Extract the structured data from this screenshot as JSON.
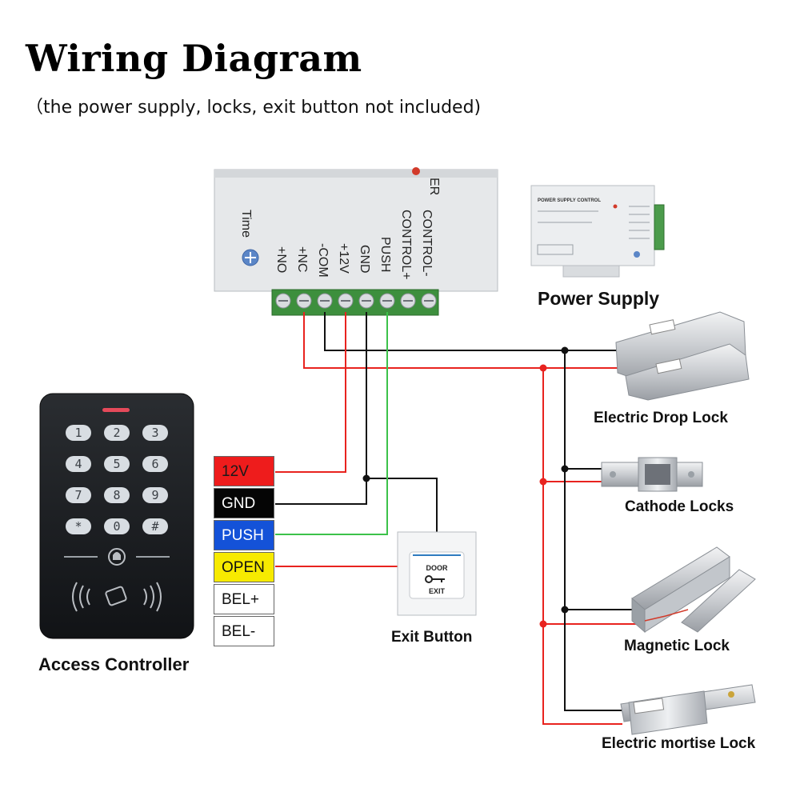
{
  "title": "Wiring Diagram",
  "subtitle": "（the power supply, locks, exit button not included)",
  "power_supply": {
    "label": "Power Supply",
    "terminals": [
      "+NO",
      "+NC",
      "-COM",
      "+12V",
      "GND",
      "PUSH",
      "CONTROL+",
      "CONTROL-"
    ],
    "time_label": "Time",
    "corner_text": "ER",
    "photo_header": "POWER SUPPLY CONTROL"
  },
  "controller": {
    "label": "Access Controller",
    "keys": [
      "1",
      "2",
      "3",
      "4",
      "5",
      "6",
      "7",
      "8",
      "9",
      "*",
      "0",
      "#"
    ],
    "wires": [
      {
        "label": "12V",
        "color": "#ee1c1c"
      },
      {
        "label": "GND",
        "color": "#050505"
      },
      {
        "label": "PUSH",
        "color": "#1452d8"
      },
      {
        "label": "OPEN",
        "color": "#f7ea00"
      },
      {
        "label": "BEL+",
        "color": "#ffffff"
      },
      {
        "label": "BEL-",
        "color": "#ffffff"
      }
    ]
  },
  "exit_button": {
    "label": "Exit Button",
    "top_text": "DOOR",
    "bottom_text": "EXIT"
  },
  "locks": [
    {
      "label": "Electric Drop Lock"
    },
    {
      "label": "Cathode Locks"
    },
    {
      "label": "Magnetic Lock"
    },
    {
      "label": "Electric mortise Lock"
    }
  ],
  "wire_colors": {
    "red": "#e8231f",
    "black": "#111111",
    "green": "#3cc24a"
  }
}
